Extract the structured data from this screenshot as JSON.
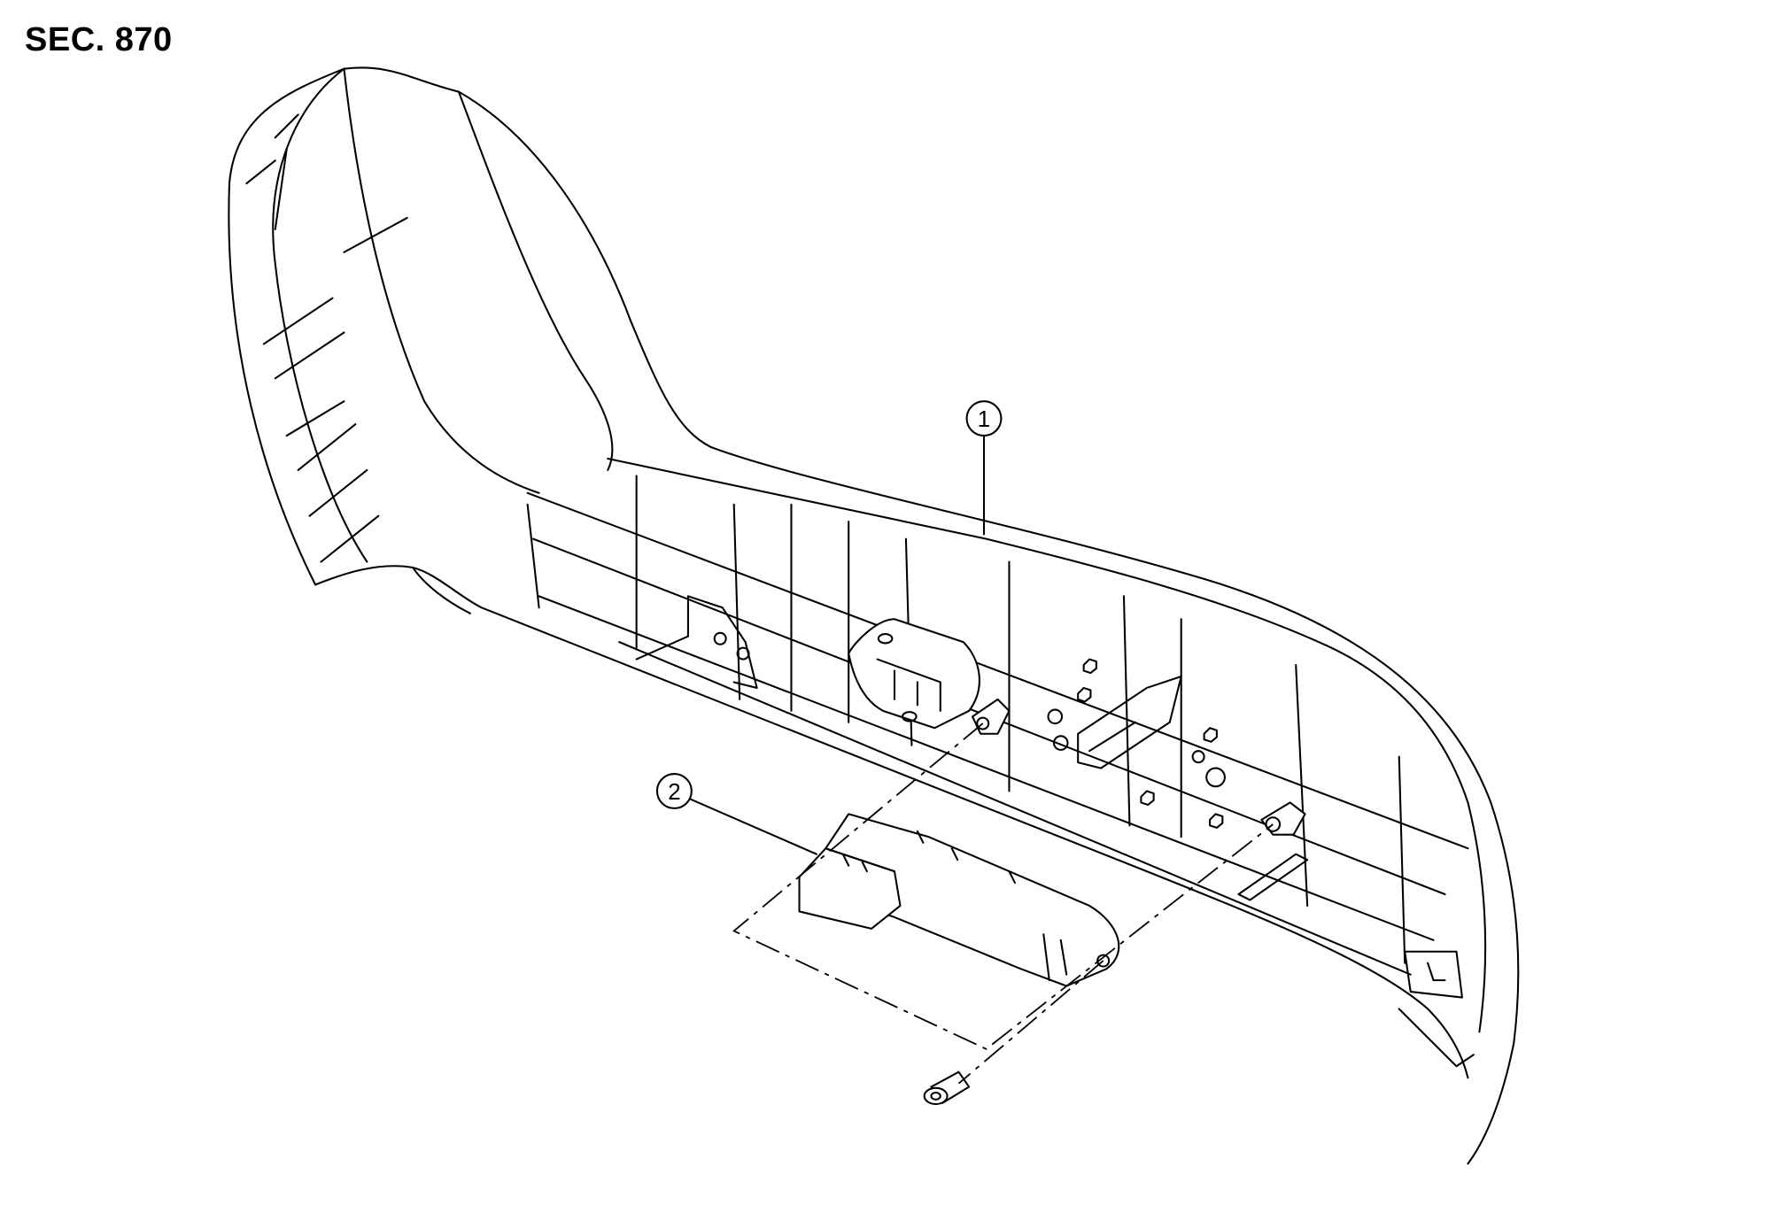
{
  "section_label": "SEC. 870",
  "callouts": [
    {
      "number": "1"
    },
    {
      "number": "2"
    }
  ],
  "colors": {
    "line": "#000000",
    "background": "#ffffff"
  }
}
